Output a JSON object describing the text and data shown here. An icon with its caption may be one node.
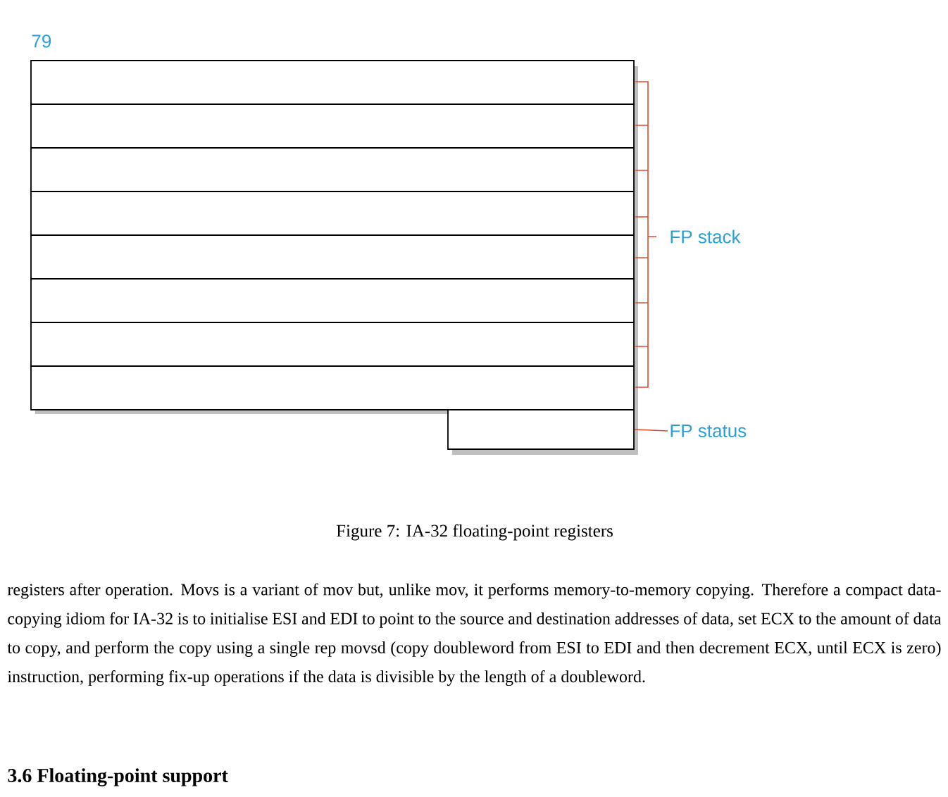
{
  "diagram": {
    "caption": "Figure 7: IA-32 floating-point registers",
    "nodes": [
      {
        "text": [],
        "shape": "box"
      },
      {
        "text": [],
        "shape": "box"
      },
      {
        "text": [],
        "shape": "box"
      },
      {
        "text": [],
        "shape": "box"
      },
      {
        "text": [],
        "shape": "box"
      },
      {
        "text": [],
        "shape": "box"
      },
      {
        "text": [],
        "shape": "box"
      },
      {
        "text": [],
        "shape": "box"
      },
      {
        "text": [],
        "shape": "box"
      },
      {
        "text": [
          "FP status"
        ]
      }
    ],
    "edges": [
      {
        "from": 9,
        "to": 8,
        "arrow": "none"
      }
    ],
    "labels": [
      "79",
      "FP stack",
      "registers after operation. Movs is a variant of mov but, unlike mov, it performs memory-to-memory copying. Therefore a compact data-copying idiom for IA-32 is to initialise ESI and EDI to point to the source and destination addresses of data, set ECX to the amount of data to copy, and perform the copy using a single rep movsd (copy doubleword from ESI to EDI and then decrement ECX, until ECX is zero) instruction, performing fix-up operations if the data is divisible by the length of a doubleword.",
      "3.6 Floating-point support"
    ]
  }
}
